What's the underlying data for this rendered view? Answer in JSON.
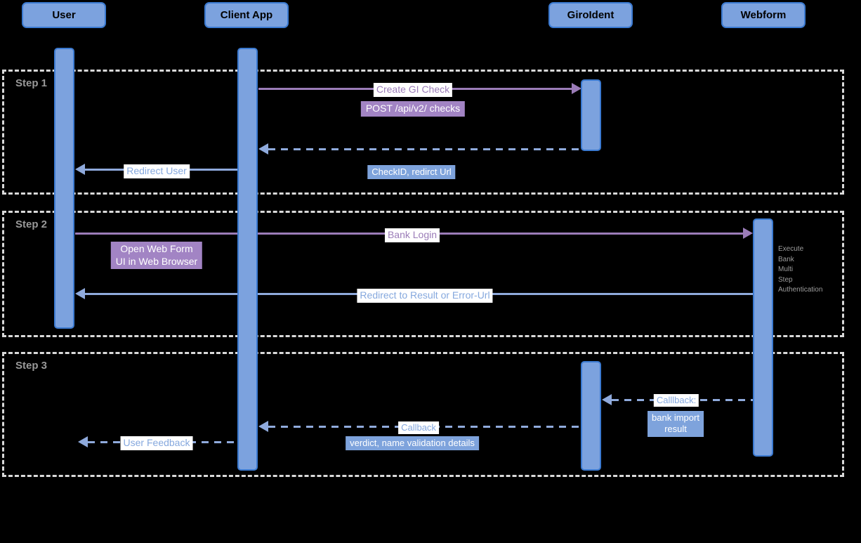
{
  "colors": {
    "background": "#000000",
    "actor_fill": "#7CA2DE",
    "actor_border": "#3B7AD1",
    "purple_line": "#9B7CB8",
    "purple_label_fill": "#A284C4",
    "blue_line": "#8FAADC",
    "blue_label_fill": "#7EA3DC",
    "step_border": "#D9D9D9",
    "step_label_text": "#999999",
    "note_text": "#9E9E9E"
  },
  "actors": {
    "user": "User",
    "client_app": "Client App",
    "giroident": "GiroIdent",
    "webform": "Webform"
  },
  "steps": {
    "step1": "Step 1",
    "step2": "Step 2",
    "step3": "Step 3"
  },
  "messages": {
    "create_gi_check": "Create GI Check",
    "post_api": "POST /api/v2/ checks",
    "checkid_redirect": "CheckID, redirct Url",
    "redirect_user": "Redirect User",
    "bank_login": "Bank Login",
    "open_web_form": "Open Web Form\nUI in Web Browser",
    "redirect_result": "Redirect to Result or Error-Url",
    "execute_note": "Execute\nBank\nMulti\nStep\nAuthentication",
    "callback_webform": "Calllback:",
    "bank_import_result": "bank import\nresult",
    "callback_giroident": "Callback",
    "verdict_details": "verdict, name validation details",
    "user_feedback": "User Feedback"
  }
}
